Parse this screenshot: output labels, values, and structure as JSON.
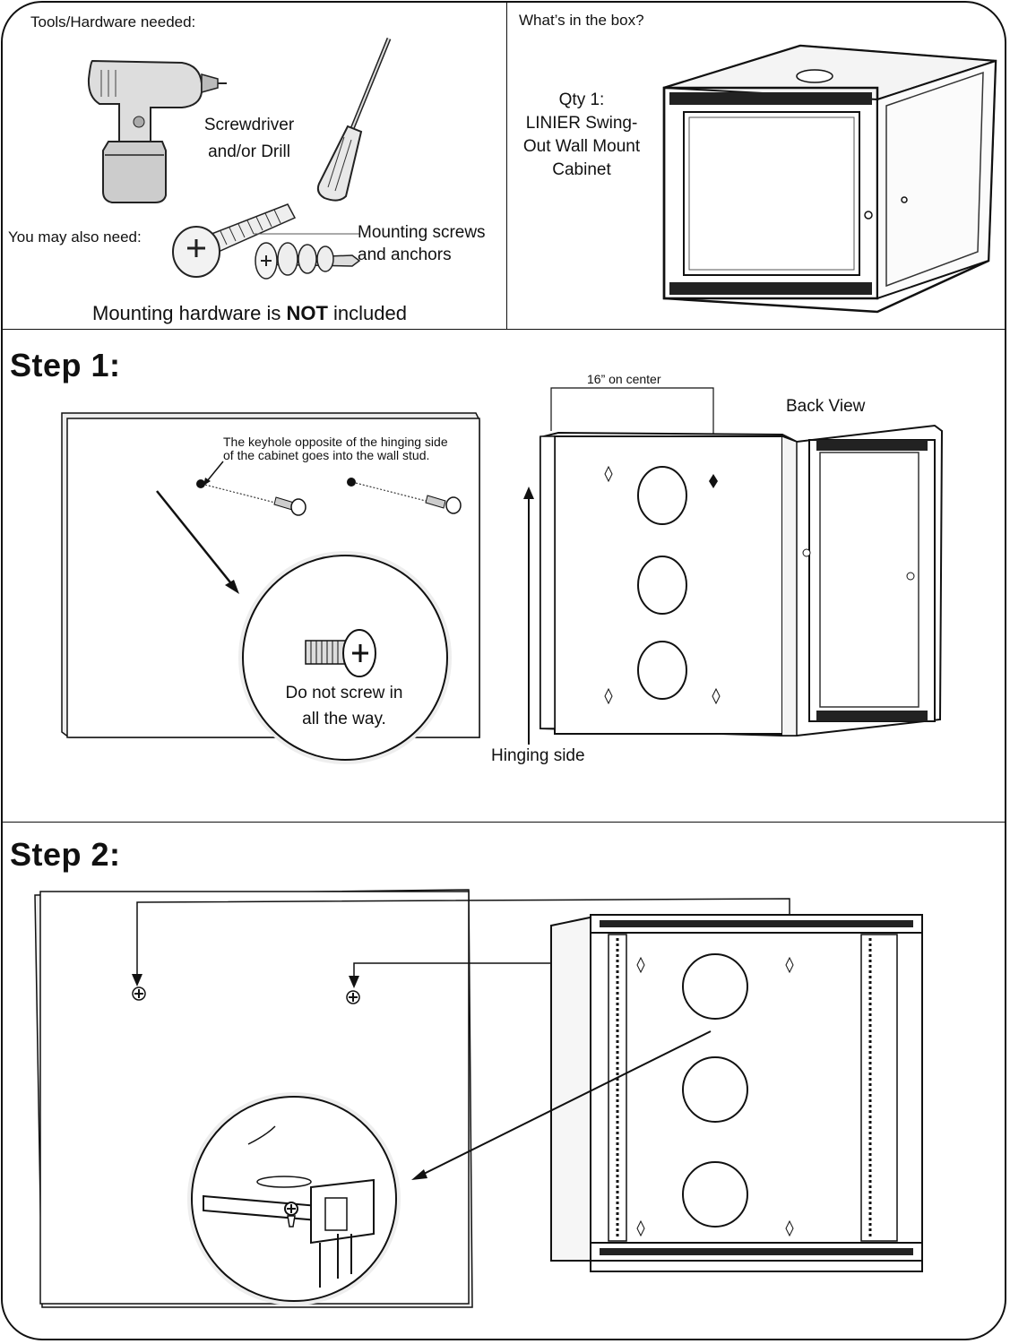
{
  "tools": {
    "heading": "Tools/Hardware needed:",
    "tool_label_line1": "Screwdriver",
    "tool_label_line2": "and/or Drill",
    "also_need": "You may also need:",
    "screws_line1": "Mounting screws",
    "screws_line2": "and anchors",
    "notice_pre": "Mounting hardware is",
    "notice_bold": "NOT",
    "notice_post": "included"
  },
  "box": {
    "heading": "What’s in the box?",
    "qty": "Qty 1:",
    "item_line1": "LINIER  Swing-",
    "item_line2": "Out Wall Mount",
    "item_line3": "Cabinet"
  },
  "step1": {
    "title": "Step 1:",
    "keyhole_line1": "The keyhole opposite of the hinging side",
    "keyhole_line2": "of the cabinet goes into the wall stud.",
    "callout_line1": "Do not screw in",
    "callout_line2": "all the way.",
    "dimension": "16” on center",
    "back_view": "Back View",
    "hinging_side": "Hinging side"
  },
  "step2": {
    "title": "Step 2:"
  },
  "icons": {
    "drill": "drill-icon",
    "screwdriver": "screwdriver-icon",
    "screw": "screw-icon",
    "anchors": "anchor-icon",
    "cabinet": "cabinet-icon"
  }
}
